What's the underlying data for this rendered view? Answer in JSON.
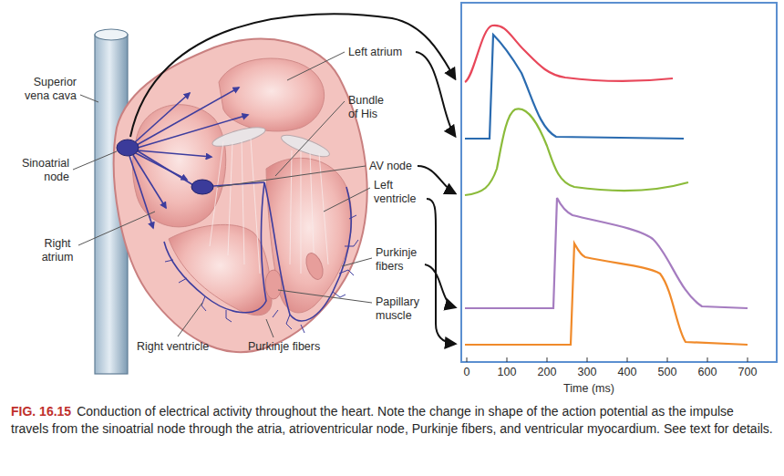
{
  "diagram": {
    "caption": "Conduction of electrical activity throughout the heart. Note the change in shape of the action potential as the impulse travels from the sinoatrial node through the atria, atrioventricular node, Purkinje fibers, and ventricular myocardium. See text for details.",
    "labels": [
      "Superior vena cava",
      "Left atrium",
      "Bundle of His",
      "Sinoatrial node",
      "AV node",
      "Left ventricle",
      "Right atrium",
      "Purkinje fibers",
      "Papillary muscle",
      "Right ventricle",
      "Purkinje fibers",
      "0",
      "100",
      "200",
      "300",
      "400",
      "500",
      "600",
      "700",
      "Time (ms)",
      "FIG. 16.15"
    ]
  }
}
